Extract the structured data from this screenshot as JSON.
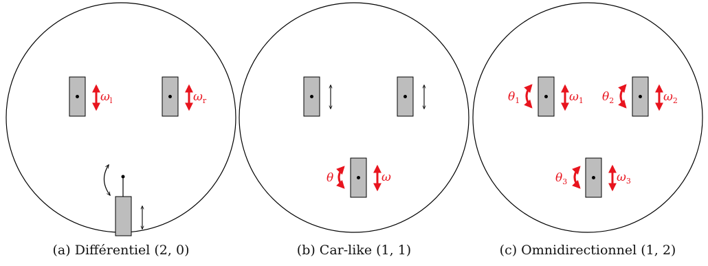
{
  "colors": {
    "actuated": "#e8141e",
    "passive": "#000000",
    "wheel_fill": "#bdbdbd",
    "outline": "#000000"
  },
  "panels": [
    {
      "caption": "(a) Différentiel (2, 0)",
      "labels": {
        "left": {
          "base": "ω",
          "sub": "l"
        },
        "right": {
          "base": "ω",
          "sub": "r"
        }
      }
    },
    {
      "caption": "(b) Car-like (1, 1)",
      "labels": {
        "steer": {
          "base": "θ"
        },
        "drive": {
          "base": "ω"
        }
      }
    },
    {
      "caption": "(c) Omnidirectionnel (1, 2)",
      "labels": {
        "theta1": {
          "base": "θ",
          "sub": "1"
        },
        "omega1": {
          "base": "ω",
          "sub": "1"
        },
        "theta2": {
          "base": "θ",
          "sub": "2"
        },
        "omega2": {
          "base": "ω",
          "sub": "2"
        },
        "theta3": {
          "base": "θ",
          "sub": "3"
        },
        "omega3": {
          "base": "ω",
          "sub": "3"
        }
      }
    }
  ]
}
